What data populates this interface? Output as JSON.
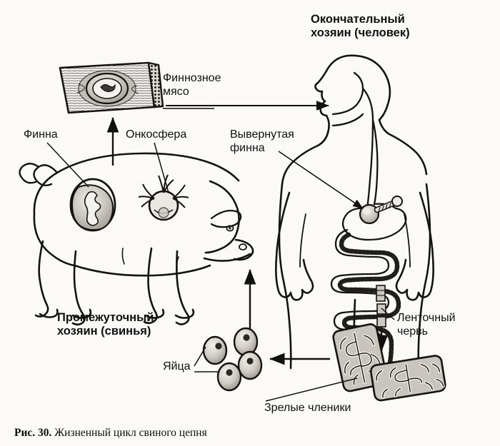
{
  "figure": {
    "caption_number": "Рис. 30.",
    "caption_text": " Жизненный цикл свиного цепня",
    "colors": {
      "ink": "#12100e",
      "paper": "#fbfaf7",
      "fill_gray": "#c9c4bd",
      "fill_light": "#e6e2dc"
    }
  },
  "labels": {
    "definitive_host": "Окончательный\nхозяин (человек)",
    "measly_meat": "Финнозное\nмясо",
    "finna": "Финна",
    "oncosphere": "Онкосфера",
    "everted_finna": "Вывернутая\nфинна",
    "intermediate_host": "Промежуточный\nхозяин (свинья)",
    "tapeworm": "Ленточный\nчервь",
    "eggs": "Яйца",
    "mature_proglottids": "Зрелые членики"
  },
  "diagram": {
    "nodes": [
      {
        "name": "measly-meat-block",
        "desc": "Блок финнозного мяса с мышечными волокнами и финной"
      },
      {
        "name": "pig",
        "desc": "Свинья — промежуточный хозяин"
      },
      {
        "name": "finna-cyst",
        "desc": "Финна (цистицерк) в теле свиньи"
      },
      {
        "name": "oncosphere-embryo",
        "desc": "Онкосфера с крючьями"
      },
      {
        "name": "human-body",
        "desc": "Человек — окончательный хозяин"
      },
      {
        "name": "everted-finna-in-stomach",
        "desc": "Вывернутая финна в желудке"
      },
      {
        "name": "intestine-with-tapeworm",
        "desc": "Кишечник с ленточным червём"
      },
      {
        "name": "proglottid-segments",
        "desc": "Зрелые членики с разветвлённой маткой"
      },
      {
        "name": "egg-group",
        "desc": "Яйца свиного цепня"
      }
    ],
    "arrows": [
      {
        "name": "arrow-meat-to-human",
        "from": "measly-meat-block",
        "to": "human-body"
      },
      {
        "name": "arrow-pig-to-meat",
        "from": "pig",
        "to": "measly-meat-block"
      },
      {
        "name": "arrow-eggs-to-pig",
        "from": "egg-group",
        "to": "pig"
      },
      {
        "name": "arrow-proglottids-to-eggs",
        "from": "proglottid-segments",
        "to": "egg-group"
      },
      {
        "name": "arrow-tapeworm-to-proglottids",
        "from": "intestine-with-tapeworm",
        "to": "proglottid-segments"
      }
    ]
  }
}
